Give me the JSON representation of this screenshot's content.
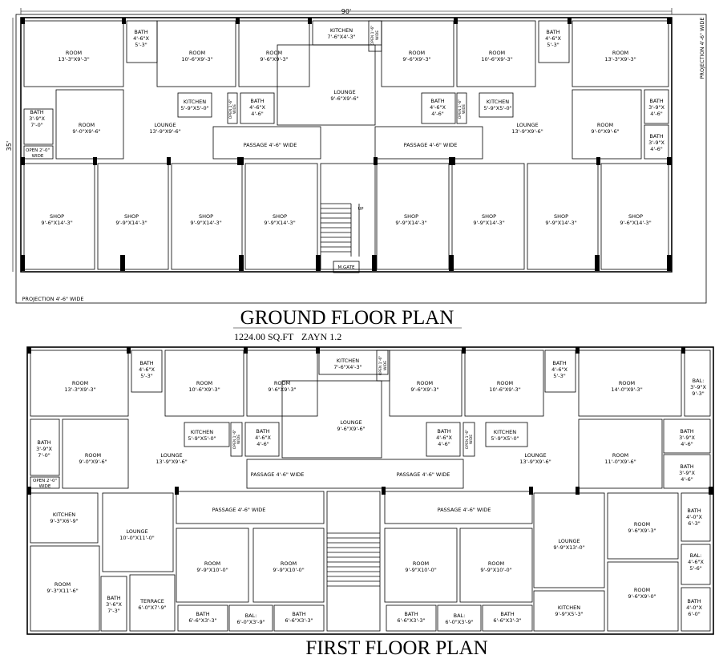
{
  "dims": {
    "width": "90'",
    "depth": "35'",
    "proj_side": "PROJECTION 4'-6\" WIDE",
    "proj_bottom": "PROJECTION 4'-6\" WIDE"
  },
  "ground": {
    "title": "GROUND FLOOR PLAN",
    "area": "1224.00 SQ.FT",
    "zayn": "ZAYN 1.2",
    "up": "UP",
    "gate": "M.GATE",
    "rooms": [
      {
        "n": "ROOM",
        "d": "13'-3\"X9'-3\""
      },
      {
        "n": "BATH",
        "d": "4'-6\"X",
        "d2": "5'-3\""
      },
      {
        "n": "ROOM",
        "d": "10'-6\"X9'-3\""
      },
      {
        "n": "ROOM",
        "d": "9'-6\"X9'-3\""
      },
      {
        "n": "KITCHEN",
        "d": "7'-6\"X4'-3\""
      },
      {
        "n": "OPEN 1'-6\"",
        "d": "WIDE"
      },
      {
        "n": "ROOM",
        "d": "9'-6\"X9'-3\""
      },
      {
        "n": "ROOM",
        "d": "10'-6\"X9'-3\""
      },
      {
        "n": "BATH",
        "d": "4'-6\"X",
        "d2": "5'-3\""
      },
      {
        "n": "ROOM",
        "d": "13'-3\"X9'-3\""
      },
      {
        "n": "BATH",
        "d": "3'-9\"X",
        "d2": "7'-0\""
      },
      {
        "n": "ROOM",
        "d": "9'-0\"X9'-6\""
      },
      {
        "n": "OPEN 2'-0\"",
        "d": "WIDE"
      },
      {
        "n": "KITCHEN",
        "d": "5'-9\"X5'-0\""
      },
      {
        "n": "BATH",
        "d": "4'-6\"X",
        "d2": "4'-6\""
      },
      {
        "n": "LOUNGE",
        "d": "13'-9\"X9'-6\""
      },
      {
        "n": "LOUNGE",
        "d": "9'-6\"X9'-6\""
      },
      {
        "n": "BATH",
        "d": "4'-6\"X",
        "d2": "4'-6\""
      },
      {
        "n": "KITCHEN",
        "d": "5'-9\"X5'-0\""
      },
      {
        "n": "LOUNGE",
        "d": "13'-9\"X9'-6\""
      },
      {
        "n": "ROOM",
        "d": "9'-0\"X9'-6\""
      },
      {
        "n": "BATH",
        "d": "3'-9\"X",
        "d2": "4'-6\""
      },
      {
        "n": "BATH",
        "d": "3'-9\"X",
        "d2": "4'-6\""
      },
      {
        "n": "PASSAGE 4'-6\" WIDE",
        "d": ""
      },
      {
        "n": "PASSAGE 4'-6\" WIDE",
        "d": ""
      },
      {
        "n": "SHOP",
        "d": "9'-6\"X14'-3\""
      },
      {
        "n": "SHOP",
        "d": "9'-9\"X14'-3\""
      },
      {
        "n": "SHOP",
        "d": "9'-9\"X14'-3\""
      },
      {
        "n": "SHOP",
        "d": "9'-9\"X14'-3\""
      },
      {
        "n": "SHOP",
        "d": "9'-9\"X14'-3\""
      },
      {
        "n": "SHOP",
        "d": "9'-9\"X14'-3\""
      },
      {
        "n": "SHOP",
        "d": "9'-9\"X14'-3\""
      },
      {
        "n": "SHOP",
        "d": "9'-6\"X14'-3\""
      },
      {
        "n": "OPEN 1'-6\"",
        "d": "WIDE"
      },
      {
        "n": "OPEN 1'-6\"",
        "d": "WIDE"
      }
    ]
  },
  "first": {
    "title": "FIRST FLOOR PLAN",
    "rooms": [
      {
        "n": "ROOM",
        "d": "13'-3\"X9'-3\""
      },
      {
        "n": "BATH",
        "d": "4'-6\"X",
        "d2": "5'-3\""
      },
      {
        "n": "ROOM",
        "d": "10'-6\"X9'-3\""
      },
      {
        "n": "ROOM",
        "d": "9'-6\"X9'-3\""
      },
      {
        "n": "KITCHEN",
        "d": "7'-6\"X4'-3\""
      },
      {
        "n": "OPEN 1'-6\"",
        "d": "WIDE"
      },
      {
        "n": "ROOM",
        "d": "9'-6\"X9'-3\""
      },
      {
        "n": "ROOM",
        "d": "10'-6\"X9'-3\""
      },
      {
        "n": "BATH",
        "d": "4'-6\"X",
        "d2": "5'-3\""
      },
      {
        "n": "ROOM",
        "d": "14'-0\"X9'-3\""
      },
      {
        "n": "BAL:",
        "d": "3'-9\"X",
        "d2": "9'-3\""
      },
      {
        "n": "BATH",
        "d": "3'-9\"X",
        "d2": "7'-0\""
      },
      {
        "n": "ROOM",
        "d": "9'-0\"X9'-6\""
      },
      {
        "n": "OPEN 2'-0\"",
        "d": "WIDE"
      },
      {
        "n": "KITCHEN",
        "d": "5'-9\"X5'-0\""
      },
      {
        "n": "BATH",
        "d": "4'-6\"X",
        "d2": "4'-6\""
      },
      {
        "n": "LOUNGE",
        "d": "13'-9\"X9'-6\""
      },
      {
        "n": "LOUNGE",
        "d": "9'-6\"X9'-6\""
      },
      {
        "n": "BATH",
        "d": "4'-6\"X",
        "d2": "4'-6\""
      },
      {
        "n": "KITCHEN",
        "d": "5'-9\"X5'-0\""
      },
      {
        "n": "LOUNGE",
        "d": "13'-9\"X9'-6\""
      },
      {
        "n": "ROOM",
        "d": "11'-0\"X9'-6\""
      },
      {
        "n": "BATH",
        "d": "3'-9\"X",
        "d2": "4'-6\""
      },
      {
        "n": "BATH",
        "d": "3'-9\"X",
        "d2": "4'-6\""
      },
      {
        "n": "PASSAGE 4'-6\" WIDE",
        "d": ""
      },
      {
        "n": "PASSAGE 4'-6\" WIDE",
        "d": ""
      },
      {
        "n": "KITCHEN",
        "d": "9'-3\"X6'-9\""
      },
      {
        "n": "LOUNGE",
        "d": "10'-0\"X11'-0\""
      },
      {
        "n": "PASSAGE 4'-6\" WIDE",
        "d": ""
      },
      {
        "n": "PASSAGE 4'-6\" WIDE",
        "d": ""
      },
      {
        "n": "ROOM",
        "d": "9'-6\"X9'-3\""
      },
      {
        "n": "BATH",
        "d": "4'-0\"X",
        "d2": "6'-3\""
      },
      {
        "n": "ROOM",
        "d": "9'-3\"X11'-6\""
      },
      {
        "n": "ROOM",
        "d": "9'-9\"X10'-0\""
      },
      {
        "n": "ROOM",
        "d": "9'-9\"X10'-0\""
      },
      {
        "n": "ROOM",
        "d": "9'-9\"X10'-0\""
      },
      {
        "n": "ROOM",
        "d": "9'-9\"X10'-0\""
      },
      {
        "n": "LOUNGE",
        "d": "9'-9\"X13'-0\""
      },
      {
        "n": "BAL:",
        "d": "4'-6\"X",
        "d2": "5'-6\""
      },
      {
        "n": "BATH",
        "d": "3'-6\"X",
        "d2": "7'-3\""
      },
      {
        "n": "TERRACE",
        "d": "6'-0\"X7'-9\""
      },
      {
        "n": "ROOM",
        "d": "9'-6\"X9'-0\""
      },
      {
        "n": "BATH",
        "d": "4'-0\"X",
        "d2": "6'-0\""
      },
      {
        "n": "BATH",
        "d": "6'-6\"X3'-3\""
      },
      {
        "n": "BAL:",
        "d": "6'-0\"X3'-9\""
      },
      {
        "n": "BATH",
        "d": "6'-6\"X3'-3\""
      },
      {
        "n": "BATH",
        "d": "6'-6\"X3'-3\""
      },
      {
        "n": "BAL:",
        "d": "6'-0\"X3'-9\""
      },
      {
        "n": "BATH",
        "d": "6'-6\"X3'-3\""
      },
      {
        "n": "KITCHEN",
        "d": "9'-9\"X5'-3\""
      },
      {
        "n": "OPEN 1'-6\"",
        "d": "WIDE"
      },
      {
        "n": "OPEN 1'-6\"",
        "d": "WIDE"
      }
    ]
  }
}
